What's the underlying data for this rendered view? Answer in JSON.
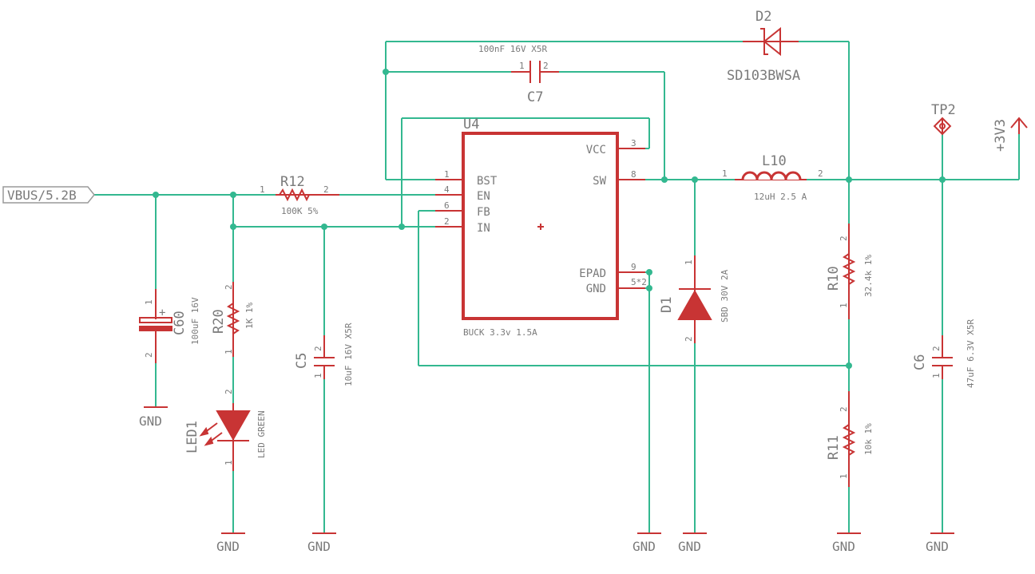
{
  "port": {
    "vbus": "VBUS/5.2B",
    "v3": "+3V3"
  },
  "u4": {
    "ref": "U4",
    "value": "BUCK 3.3v 1.5A",
    "pins": {
      "bst": "BST",
      "en": "EN",
      "fb": "FB",
      "in": "IN",
      "vcc": "VCC",
      "sw": "SW",
      "epad": "EPAD",
      "gnd": "GND"
    },
    "pin_nums": {
      "bst": "1",
      "en": "4",
      "fb": "6",
      "in": "2",
      "vcc": "3",
      "sw": "8",
      "epad": "9",
      "gnd": "5*2"
    }
  },
  "r12": {
    "ref": "R12",
    "value": "100K 5%",
    "p1": "1",
    "p2": "2"
  },
  "c7": {
    "ref": "C7",
    "value": "100nF 16V X5R",
    "p1": "1",
    "p2": "2"
  },
  "d2": {
    "ref": "D2",
    "value": "SD103BWSA"
  },
  "l10": {
    "ref": "L10",
    "value": "12uH 2.5 A",
    "p1": "1",
    "p2": "2"
  },
  "tp2": {
    "ref": "TP2"
  },
  "c60": {
    "ref": "C60",
    "value": "100uF 16V",
    "p1": "1",
    "p2": "2"
  },
  "r20": {
    "ref": "R20",
    "value": "1K 1%",
    "p1": "2",
    "p2": "1"
  },
  "led1": {
    "ref": "LED1",
    "value": "LED GREEN",
    "p1": "2",
    "p2": "1"
  },
  "c5": {
    "ref": "C5",
    "value": "10uF 16V X5R",
    "p1": "2",
    "p2": "1"
  },
  "d1": {
    "ref": "D1",
    "value": "SBD 30V 2A",
    "p1": "1",
    "p2": "2"
  },
  "r10": {
    "ref": "R10",
    "value": "32.4k 1%",
    "p1": "2",
    "p2": "1"
  },
  "r11": {
    "ref": "R11",
    "value": "10k 1%",
    "p1": "2",
    "p2": "1"
  },
  "c6": {
    "ref": "C6",
    "value": "47uF 6.3V X5R",
    "p1": "2",
    "p2": "1"
  },
  "gnd_label": "GND"
}
